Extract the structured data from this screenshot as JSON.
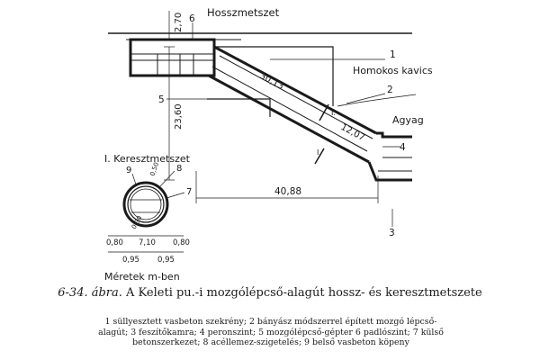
{
  "drawing": {
    "longitudinal_section_label": "Hosszmetszet",
    "cross_section_label": "I. Keresztmetszet",
    "units_note": "Méretek m-ben",
    "soil_labels": {
      "sandy_gravel": "Homokos kavics",
      "clay": "Agyag"
    },
    "dimensions": {
      "top_height": "2,70",
      "shaft_height": "23,60",
      "horizontal_length": "40,88",
      "incline_upper": "30,13",
      "incline_lower": "12,07",
      "cs_small_top": "0,50",
      "cs_left": "0,80",
      "cs_mid": "7,10",
      "cs_right": "0,80",
      "cs_bottom_left": "0,95",
      "cs_bottom_right": "0,95",
      "cs_diag": "0,30"
    },
    "callouts": [
      "1",
      "2",
      "3",
      "4",
      "5",
      "6",
      "7",
      "8",
      "9"
    ],
    "section_marks": [
      "I.",
      "I."
    ]
  },
  "figure": {
    "number": "6-34. ábra.",
    "title_rest": " A Keleti pu.-i mozgólépcső-alagút hossz- és keresztmetszete",
    "legend": "1 süllyesztett vasbeton szekrény; 2 bányász módszerrel épített mozgó lépcső-alagút; 3 feszítőkamra; 4 peronszint; 5 mozgólépcső-gépter 6 padlószint; 7 külső betonszerkezet; 8 acéllemez-szigetelés; 9 belső vasbeton köpeny"
  }
}
